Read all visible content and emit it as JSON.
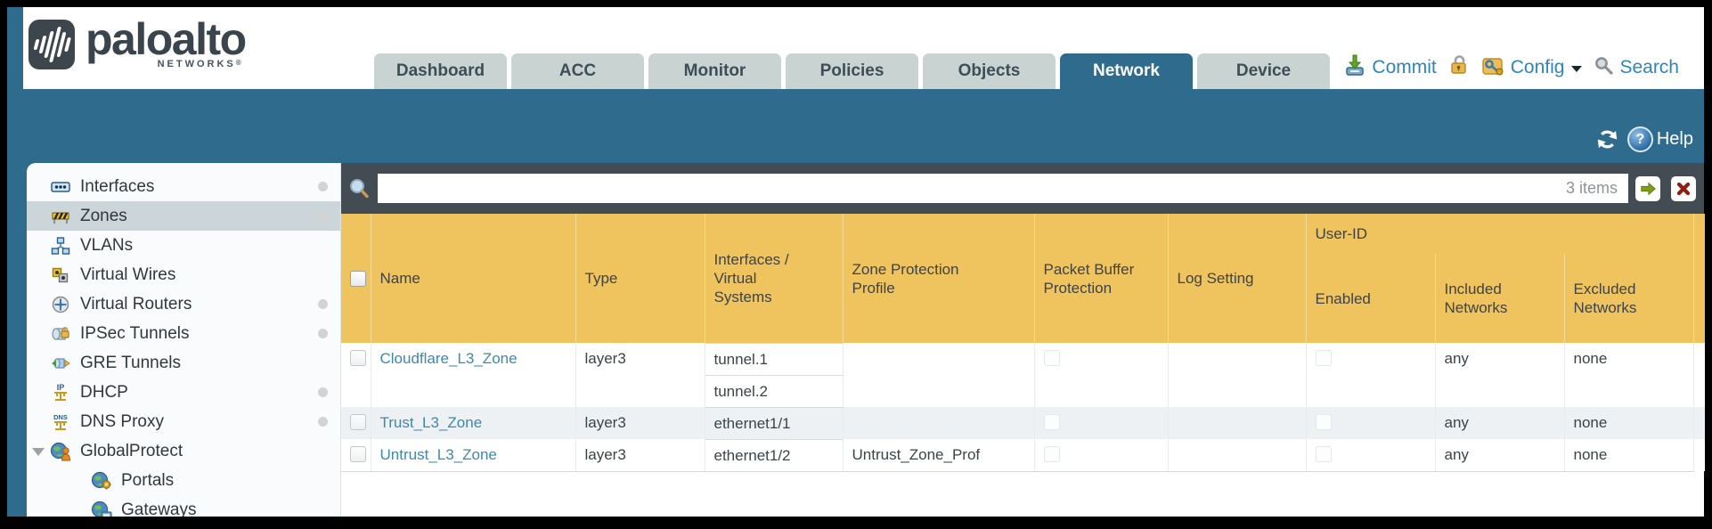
{
  "brand": {
    "name": "paloalto",
    "networks": "NETWORKS",
    "registered": "®"
  },
  "nav_tabs": [
    {
      "label": "Dashboard",
      "active": false
    },
    {
      "label": "ACC",
      "active": false
    },
    {
      "label": "Monitor",
      "active": false
    },
    {
      "label": "Policies",
      "active": false
    },
    {
      "label": "Objects",
      "active": false
    },
    {
      "label": "Network",
      "active": true
    },
    {
      "label": "Device",
      "active": false
    }
  ],
  "top_actions": {
    "commit_label": "Commit",
    "config_label": "Config",
    "search_label": "Search"
  },
  "band_actions": {
    "help_label": "Help"
  },
  "sidebar": {
    "items": [
      {
        "label": "Interfaces",
        "icon": "interfaces-icon",
        "dot": true,
        "selected": false,
        "indent": 0,
        "expander": false
      },
      {
        "label": "Zones",
        "icon": "zones-icon",
        "dot": true,
        "selected": true,
        "indent": 0,
        "expander": false
      },
      {
        "label": "VLANs",
        "icon": "vlans-icon",
        "dot": false,
        "selected": false,
        "indent": 0,
        "expander": false
      },
      {
        "label": "Virtual Wires",
        "icon": "virtual-wires-icon",
        "dot": false,
        "selected": false,
        "indent": 0,
        "expander": false
      },
      {
        "label": "Virtual Routers",
        "icon": "virtual-routers-icon",
        "dot": true,
        "selected": false,
        "indent": 0,
        "expander": false
      },
      {
        "label": "IPSec Tunnels",
        "icon": "ipsec-tunnels-icon",
        "dot": true,
        "selected": false,
        "indent": 0,
        "expander": false
      },
      {
        "label": "GRE Tunnels",
        "icon": "gre-tunnels-icon",
        "dot": false,
        "selected": false,
        "indent": 0,
        "expander": false
      },
      {
        "label": "DHCP",
        "icon": "dhcp-icon",
        "dot": true,
        "selected": false,
        "indent": 0,
        "expander": false
      },
      {
        "label": "DNS Proxy",
        "icon": "dns-proxy-icon",
        "dot": true,
        "selected": false,
        "indent": 0,
        "expander": false
      },
      {
        "label": "GlobalProtect",
        "icon": "globalprotect-icon",
        "dot": false,
        "selected": false,
        "indent": 0,
        "expander": true
      },
      {
        "label": "Portals",
        "icon": "portals-icon",
        "dot": false,
        "selected": false,
        "indent": 1,
        "expander": false
      },
      {
        "label": "Gateways",
        "icon": "gateways-icon",
        "dot": false,
        "selected": false,
        "indent": 1,
        "expander": false
      }
    ]
  },
  "search_bar": {
    "value": "",
    "count_label": "3 items"
  },
  "zones_table": {
    "user_id_group_label": "User-ID",
    "columns": [
      "Name",
      "Type",
      "Interfaces / Virtual Systems",
      "Zone Protection Profile",
      "Packet Buffer Protection",
      "Log Setting",
      "Enabled",
      "Included Networks",
      "Excluded Networks"
    ],
    "rows": [
      {
        "name": "Cloudflare_L3_Zone",
        "type": "layer3",
        "interfaces": [
          "tunnel.1",
          "tunnel.2"
        ],
        "zone_protection_profile": "",
        "packet_buffer_protection": false,
        "log_setting": "",
        "user_id_enabled": false,
        "included_networks": "any",
        "excluded_networks": "none"
      },
      {
        "name": "Trust_L3_Zone",
        "type": "layer3",
        "interfaces": [
          "ethernet1/1"
        ],
        "zone_protection_profile": "",
        "packet_buffer_protection": false,
        "log_setting": "",
        "user_id_enabled": false,
        "included_networks": "any",
        "excluded_networks": "none"
      },
      {
        "name": "Untrust_L3_Zone",
        "type": "layer3",
        "interfaces": [
          "ethernet1/2"
        ],
        "zone_protection_profile": "Untrust_Zone_Prof",
        "packet_buffer_protection": false,
        "log_setting": "",
        "user_id_enabled": false,
        "included_networks": "any",
        "excluded_networks": "none"
      }
    ]
  },
  "colors": {
    "accent_teal": "#2E6B8D",
    "header_yellow": "#EFC45F",
    "user_id_band": "#DCA33C",
    "link_blue": "#3E88AC",
    "slate": "#434C53",
    "selected_item": "#CBD5DA"
  }
}
